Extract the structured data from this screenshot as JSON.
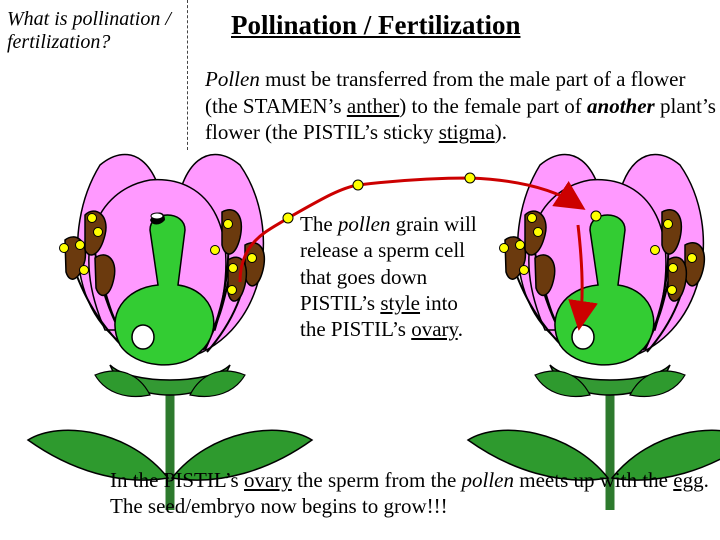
{
  "question": "What is pollination / fertilization?",
  "title": "Pollination / Fertilization",
  "intro": {
    "t1": "Pollen",
    "t2": " must be transferred from the male part of a flower (the STAMEN’s ",
    "t3": "anther",
    "t4": ") to the female part of ",
    "t5": "another",
    "t6": " plant’s flower (the PISTIL’s sticky ",
    "t7": "stigma",
    "t8": ")."
  },
  "grain_text": {
    "t1": "The ",
    "t2": "pollen",
    "t3": " grain will release a sperm cell that goes down PISTIL’s ",
    "t4": "style",
    "t5": " into the PISTIL’s ",
    "t6": "ovary",
    "t7": "."
  },
  "conclusion": {
    "t1": "In the PISTIL’s ",
    "t2": "ovary",
    "t3": " the sperm from the ",
    "t4": "pollen",
    "t5": " meets up with the ",
    "t6": "egg",
    "t7": ". The seed/embryo now begins to grow!!!"
  },
  "colors": {
    "petal": "#ff99ff",
    "pistil": "#33cc33",
    "leaf": "#339933",
    "anther": "#663300",
    "pollen": "#ffff00",
    "arrow": "#cc0000"
  }
}
